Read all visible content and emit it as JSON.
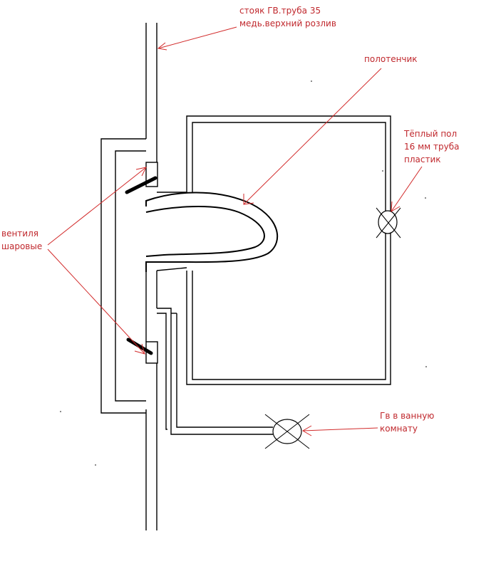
{
  "labels": {
    "riser_line1": "стояк ГВ.труба 35",
    "riser_line2": "медь.верхний розлив",
    "towel": "полотенчик",
    "floor_line1": "Тёплый пол",
    "floor_line2": "16 мм труба",
    "floor_line3": "пластик",
    "valves_line1": "вентиля",
    "valves_line2": "шаровые",
    "hw_line1": "Гв в ванную",
    "hw_line2": "комнату"
  },
  "colors": {
    "annotation": "#c0282d",
    "arrow": "#d22b2b",
    "pipe": "#000000",
    "background": "#ffffff"
  }
}
